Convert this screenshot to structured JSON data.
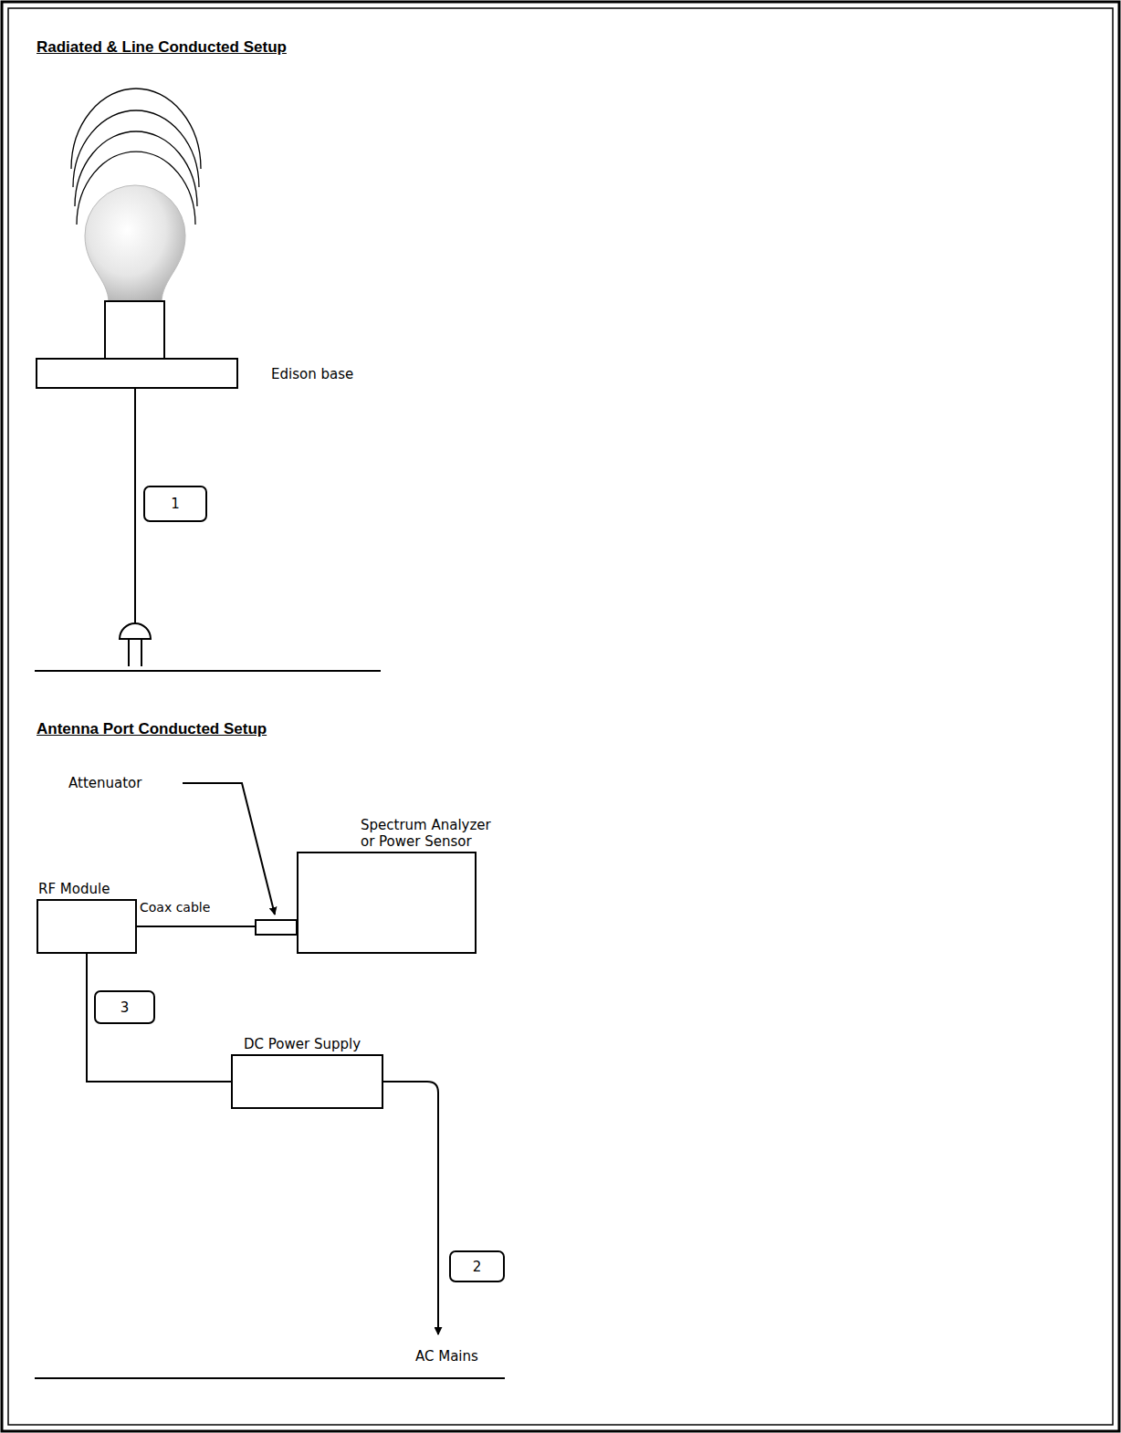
{
  "diagram": {
    "nodes": [
      {
        "text": [
          "1"
        ]
      },
      {
        "text": [
          "Spectrum Analyzer or Power Sensor"
        ]
      },
      {
        "text": [
          "RF Module"
        ]
      },
      {
        "text": [
          "3"
        ]
      },
      {
        "text": [
          "DC Power Supply"
        ]
      },
      {
        "text": [
          "2"
        ]
      }
    ],
    "edges": [
      {
        "from": 2,
        "to": 1,
        "arrow": "none",
        "label": "Coax cable"
      },
      {
        "from": 2,
        "to": 4,
        "arrow": "none"
      }
    ],
    "labels": [
      "Radiated & Line Conducted Setup",
      "Edison base",
      "Antenna Port Conducted Setup",
      "Attenuator",
      "AC Mains"
    ]
  }
}
